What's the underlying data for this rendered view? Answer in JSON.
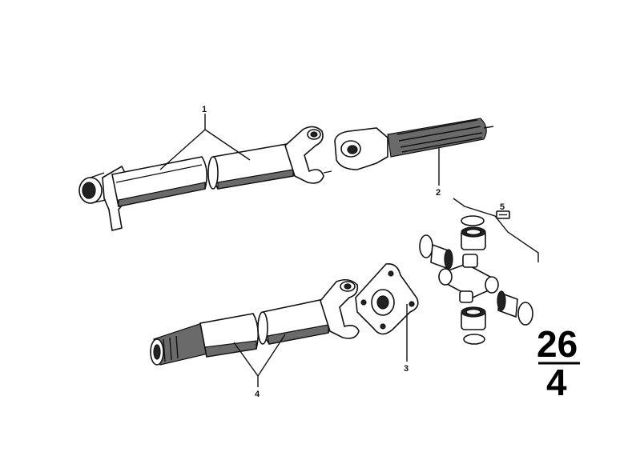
{
  "callouts": {
    "c1": "1",
    "c2": "2",
    "c3": "3",
    "c4": "4",
    "c5": "5"
  },
  "group_number": {
    "top": "26",
    "bottom": "4"
  }
}
